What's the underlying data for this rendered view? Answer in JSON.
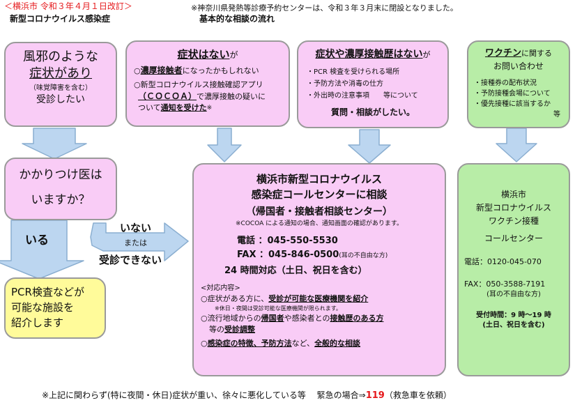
{
  "header": {
    "city": "＜横浜市",
    "revised": " 令和３年４月１日改訂＞",
    "title": "新型コロナウイルス感染症",
    "notice": "※神奈川県発熱等診療予約センターは、令和３年３月末に閉設となりました。",
    "subtitle": "基本的な相談の流れ"
  },
  "box_cold": {
    "line1": "風邪のような",
    "line2": "症状があり",
    "note": "（味覚障害を含む）",
    "line3": "受診したい"
  },
  "box_no_symptoms": {
    "title": "症状はない",
    "title_suffix": "が",
    "item1_em": "濃厚接触者",
    "item1_rest": "になったかもしれない",
    "item2_line1": "○新型コロナウイルス接触確認アプリ",
    "item2_line2": "（ＣＯＣＯＡ）",
    "item2_line2b": "で濃厚接触の疑いに",
    "item2_line3a": "ついて",
    "item2_line3b": "通知を受けた",
    "item2_mark": "※"
  },
  "box_no_contact": {
    "title": "症状や濃厚接触歴はない",
    "title_suffix": "が",
    "items": [
      "・PCR 検査を受けられる場所",
      "・予防方法や消毒の仕方",
      "・外出時の注意事項　　等について"
    ],
    "footer": "質問・相談がしたい。"
  },
  "box_vaccine_q": {
    "title": "ワクチン",
    "title_suffix": "に関する",
    "line2": "お問い合わせ",
    "items": [
      "・接種券の配布状況",
      "・予防接種会場について",
      "・優先接種に該当するか"
    ],
    "tail": "等"
  },
  "box_doctor": {
    "line1": "かかりつけ医は",
    "line2": "いますか？"
  },
  "arrows": {
    "yes": "いる",
    "no": "いない",
    "or": "または",
    "cannot": "受診できない"
  },
  "box_pcr": {
    "line1": "PCR検査などが",
    "line2": "可能な施設を",
    "line3": "紹介します"
  },
  "box_center": {
    "title1": "横浜市新型コロナウイルス",
    "title2": "感染症コールセンターに相談",
    "title3": "（帰国者・接触者相談センター）",
    "cocoa_note": "※COCOA による通知の場合、通知画面の確認があります。",
    "tel_label": "電話",
    "tel": "：045-550-5530",
    "fax_label": "FAX",
    "fax": "：045-846-0500",
    "fax_note": "(耳の不自由な方)",
    "hours": "24 時間対応（土日、祝日を含む）",
    "content_label": "<対応内容>",
    "c1_pre": "○症状がある方に、",
    "c1_em": "受診が可能な医療機関を紹介",
    "c1_note": "※休日・夜間は受診可能な医療機関が限られます。",
    "c2_pre": "○流行地域からの",
    "c2_em1": "帰国者",
    "c2_mid": "や感染者との",
    "c2_em2": "接触歴のある方",
    "c3_pre": "等の",
    "c3_em": "受診調整",
    "c4_pre": "○",
    "c4_em1": "感染症の特徴、予防方法",
    "c4_mid": "など、",
    "c4_em2": "全般的な相談"
  },
  "box_vaccine_center": {
    "line1": "横浜市",
    "line2": "新型コロナウイルス",
    "line3": "ワクチン接種",
    "line4": "コールセンター",
    "tel": "電話：0120-045-070",
    "fax": "FAX：050-3588-7191",
    "fax_note": "(耳の不自由な方)",
    "hours1": "受付時間：9 時～19 時",
    "hours2": "(土日、祝日を含む)"
  },
  "footer": {
    "text": "※上記に関わらず(特に夜間・休日)症状が重い、徐々に悪化している等　 緊急の場合⇒",
    "number": "119",
    "tail": "（救急車を依頼）"
  },
  "colors": {
    "pink": "#f9ccf6",
    "green": "#b8eda7",
    "yellow": "#fffb9a",
    "blue": "#bcd6f0",
    "red": "#e5181b"
  }
}
